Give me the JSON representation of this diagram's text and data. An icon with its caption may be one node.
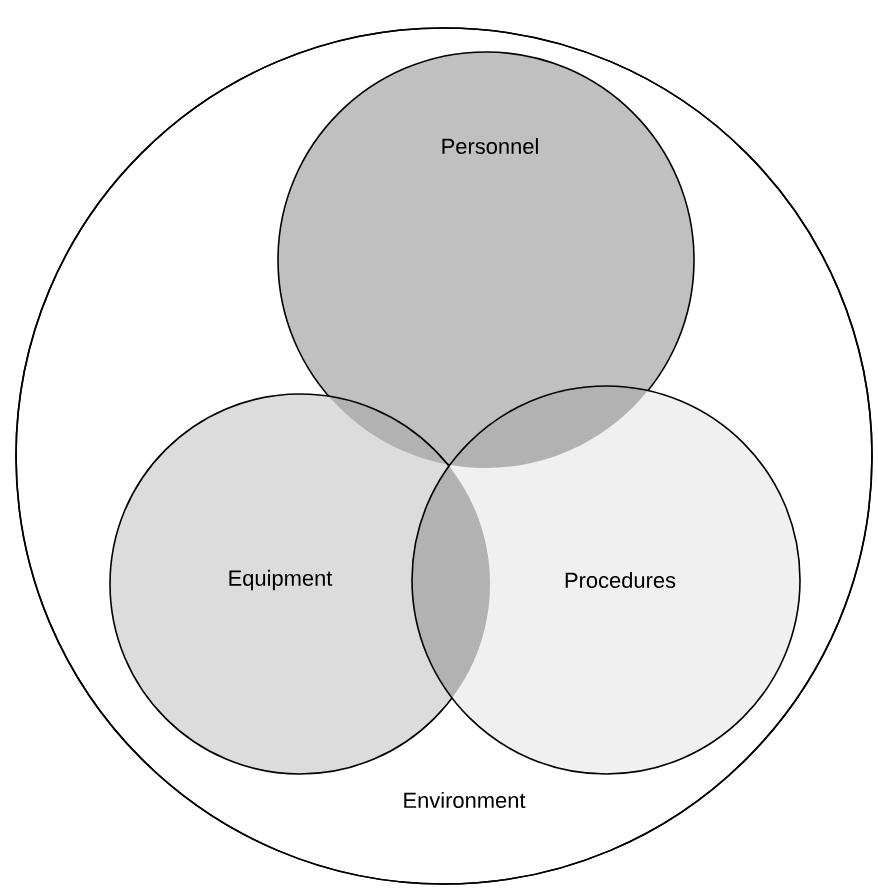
{
  "diagram": {
    "nodes": [
      {
        "text": [
          "Environment"
        ]
      },
      {
        "text": [
          "Personnel"
        ],
        "in": 0
      },
      {
        "text": [
          "Equipment"
        ],
        "in": 0
      },
      {
        "text": [
          "Procedures"
        ],
        "in": 0
      }
    ]
  }
}
